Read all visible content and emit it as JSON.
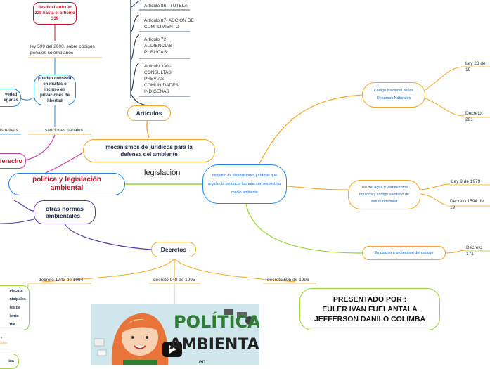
{
  "center": {
    "label": "conjunto de disposiciones jurídicas que regulan la conducta humana con respecto al medio ambiente"
  },
  "left_root": {
    "label": "política y legislación ambiental",
    "link_label": "legislación"
  },
  "mechanisms": {
    "label": "mecanismos de jurídicos para la defensa del ambiente"
  },
  "articles": {
    "label": "Artículos",
    "items": [
      "Artículo 86 - TUTELA",
      "Artículo 87- ACCION DE CUMPLIMIENTO",
      "Artículo  72 AUDIENCIAS PUBLICAS",
      "Artículo 330 - CONSULTAS PREVIAS COMUNIDADES INDIGENAS"
    ]
  },
  "top_left": {
    "desde": "desde el artículo 328 hasta el artículo 339",
    "ley599": "ley 599 del 2000, sobre códigos penales colombianos",
    "pueden": "pueden consistir en multas o incluso en privaciones de libertad",
    "sanciones": "sanciones penales",
    "edge_nodes": [
      "vedad",
      "egadas",
      "istrativas",
      "derecho"
    ]
  },
  "otras": {
    "label": "otras normas ambientales"
  },
  "decretos": {
    "label": "Decretos",
    "items": [
      "decreto 1743 de 1994",
      "decreto 948 de 1995",
      "decreto 605 de 1996"
    ]
  },
  "left_list": [
    "ejecuta",
    "nicipales",
    "les de",
    "iento",
    "rial",
    "7",
    "ica"
  ],
  "right": {
    "codigo": "Código Nacional de los Recursos Naturales",
    "codigo_items": [
      "Ley 23 de 19",
      "Decreto 281"
    ],
    "agua": "uso del agua y vertimientos líquidos y código sanitario de saludundefined",
    "agua_items": [
      "Ley 9 de 1979",
      "Decreto 1594 de 19"
    ],
    "paisaje": "En cuanto a protección del paisaje",
    "paisaje_items": [
      "Decreto 171"
    ]
  },
  "presenter": {
    "title": "PRESENTADO POR :",
    "names": [
      "EULER IVAN FUELANTALA",
      "JEFFERSON DANILO COLIMBA"
    ]
  },
  "video": {
    "title_line1": "POLÍTICA",
    "title_line2": "AMBIENTAL",
    "tail": "en"
  },
  "colors": {
    "orange": "#f5a623",
    "navy": "#1a2a44",
    "green": "#9ad33a",
    "magenta": "#c93fa8",
    "blue": "#1e88e5",
    "purple": "#5b3a9e",
    "red": "#c8102e"
  }
}
